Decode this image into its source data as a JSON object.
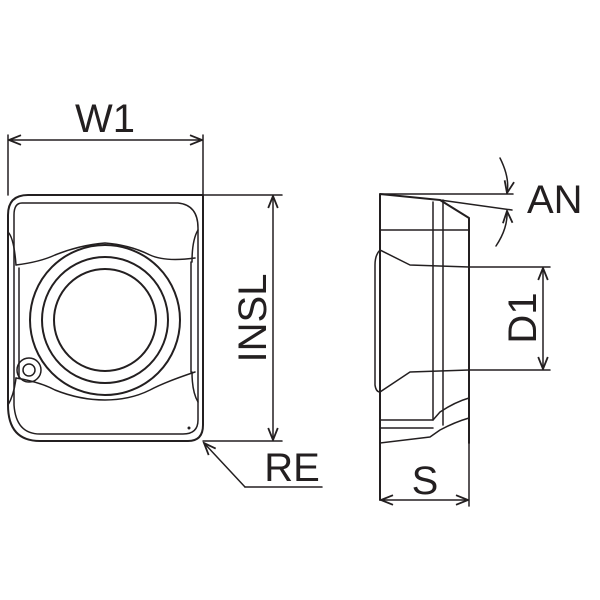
{
  "title": "Indexable insert dimension drawing",
  "labels": {
    "w1": "W1",
    "insl": "INSL",
    "re": "RE",
    "an": "AN",
    "d1": "D1",
    "s": "S"
  },
  "colors": {
    "line": "#231f20",
    "background": "#ffffff"
  }
}
